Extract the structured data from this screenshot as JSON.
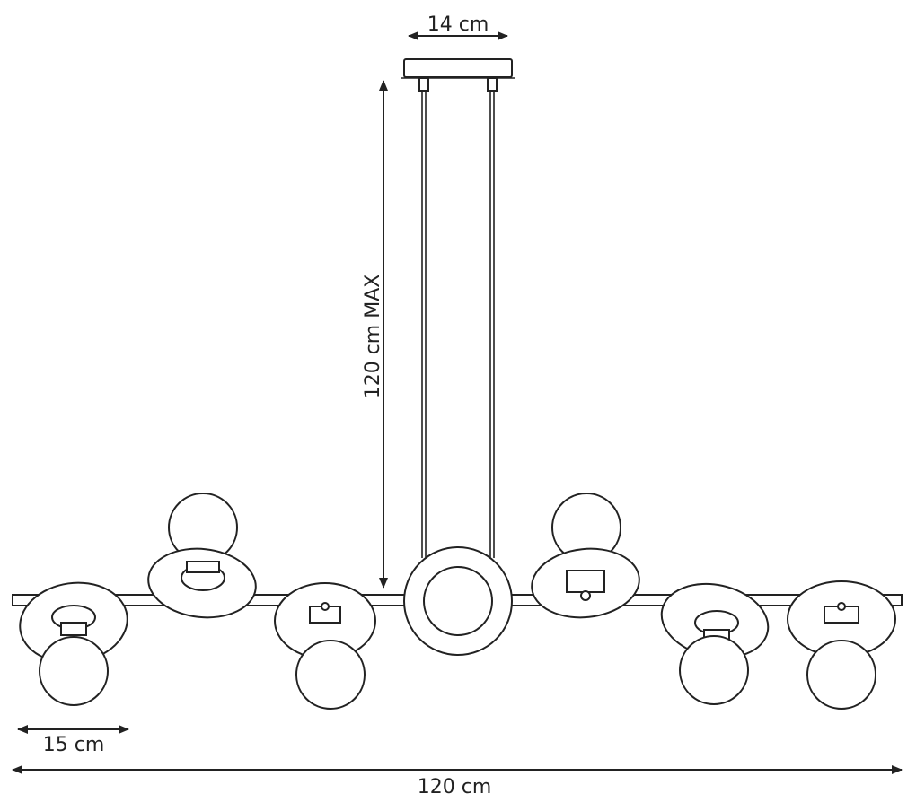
{
  "dimensions": {
    "canopy_width": "14 cm",
    "max_height": "120 cm MAX",
    "shade_width": "15 cm",
    "total_width": "120 cm"
  },
  "icons": {
    "arrow": "double-headed-arrow",
    "lamp": "globe-bulb-with-disc-shade"
  },
  "colors": {
    "line": "#222222",
    "background": "#ffffff"
  }
}
